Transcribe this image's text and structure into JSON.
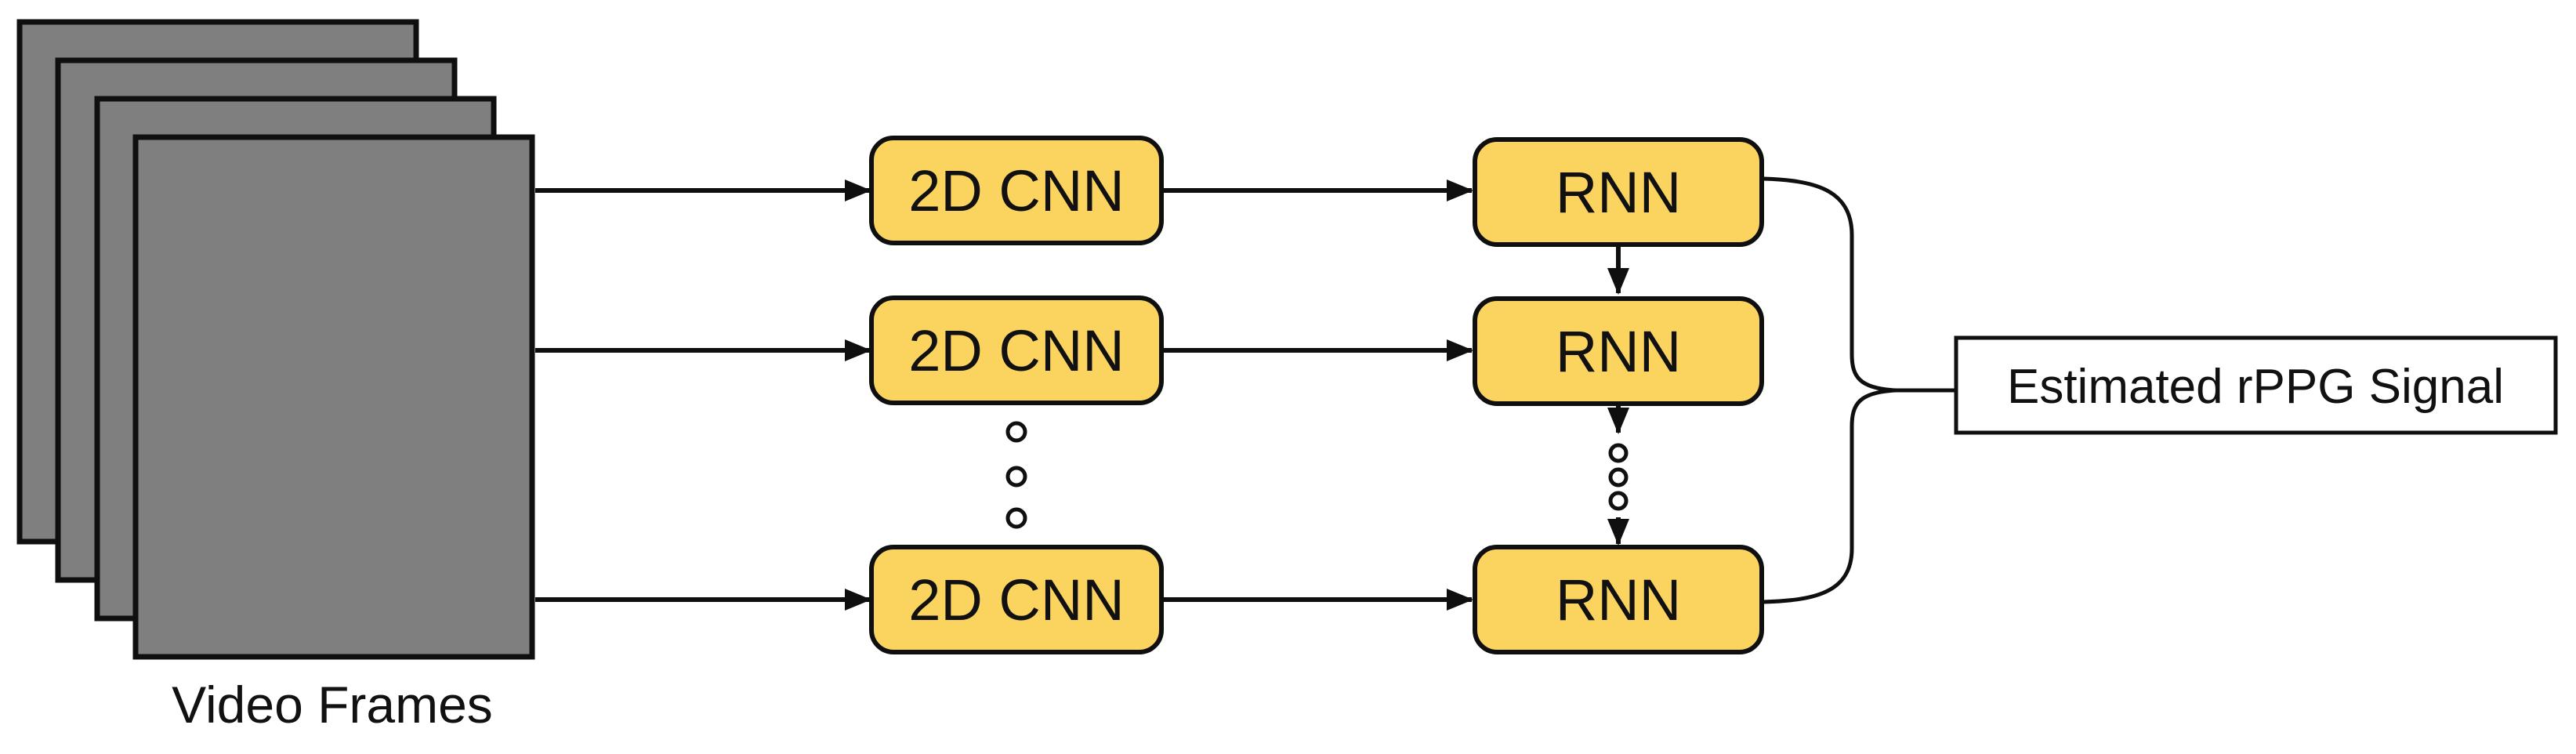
{
  "colors": {
    "frame_fill": "#7f7f7f",
    "node_fill": "#fbd45f",
    "stroke": "#0f0f0f",
    "text": "#111111",
    "output_fill": "#ffffff"
  },
  "labels": {
    "video_frames": "Video Frames",
    "output": "Estimated rPPG Signal"
  },
  "nodes": {
    "cnn": [
      {
        "label": "2D CNN"
      },
      {
        "label": "2D CNN"
      },
      {
        "label": "2D CNN"
      }
    ],
    "rnn": [
      {
        "label": "RNN"
      },
      {
        "label": "RNN"
      },
      {
        "label": "RNN"
      }
    ]
  }
}
